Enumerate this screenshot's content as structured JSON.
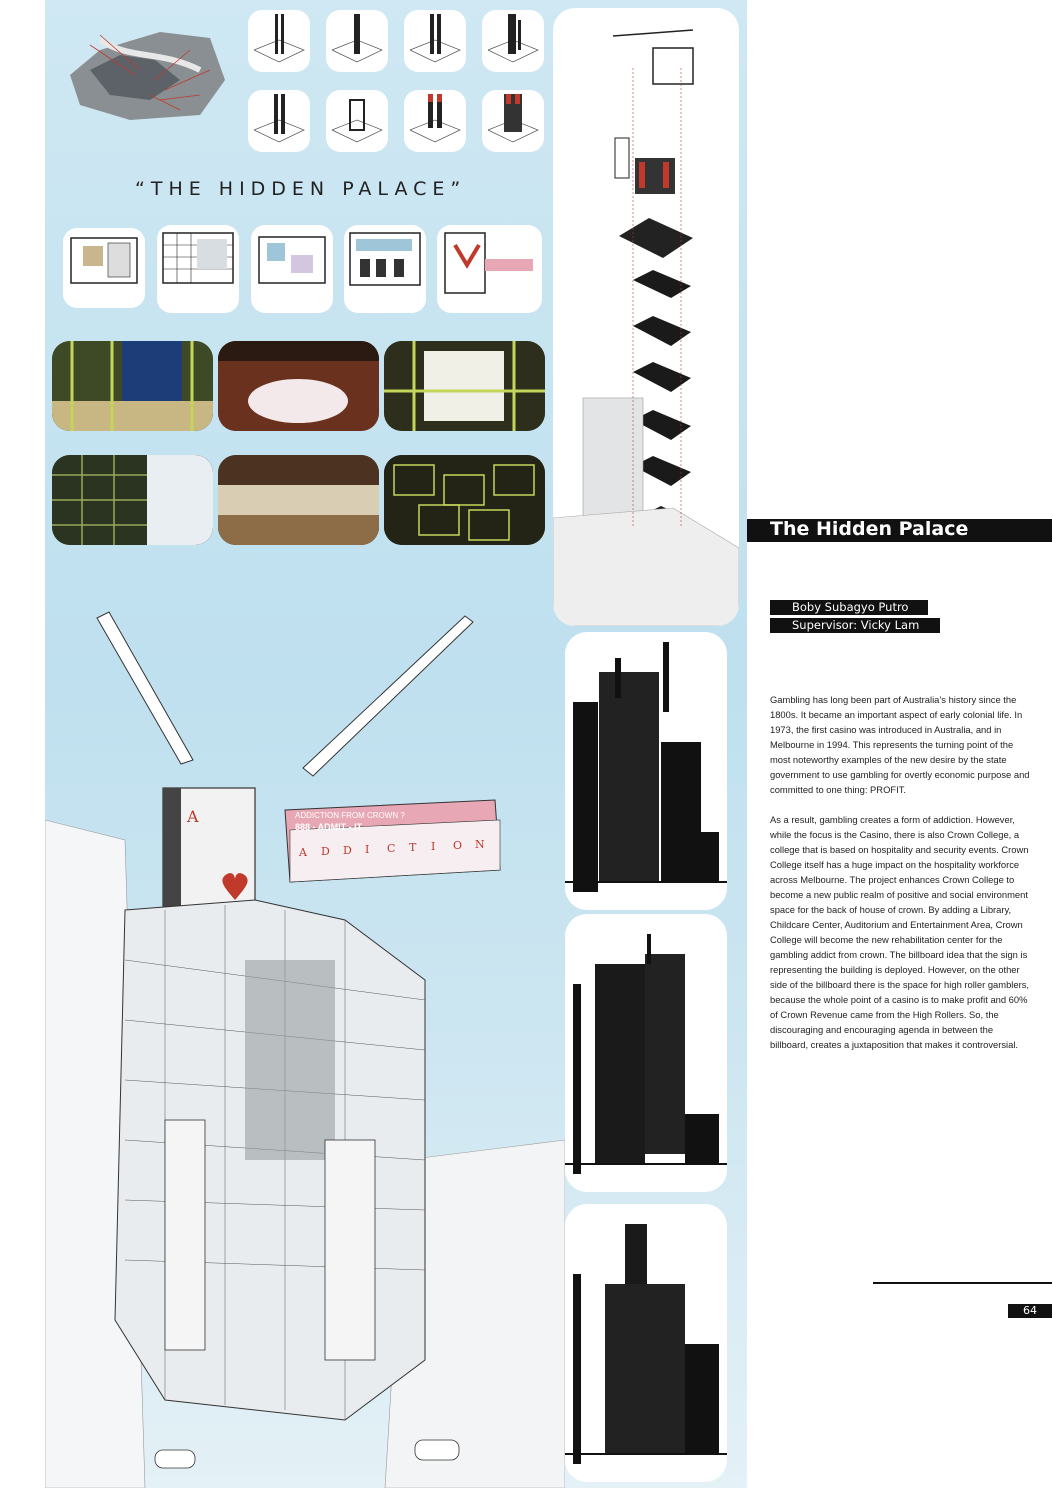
{
  "poster": {
    "title": "“THE HIDDEN PALACE”",
    "billboard_banner": "ADDICTION FROM CROWN ?",
    "billboard_phone": "888 - ADMIT - IT",
    "billboard_letters": [
      "A",
      "D",
      "D",
      "I",
      "C",
      "T",
      "I",
      "O",
      "N"
    ],
    "card_rank": "A",
    "accent_color": "#c0392b",
    "billboard_color": "#e8a7b4"
  },
  "right": {
    "project_title": "The Hidden Palace",
    "author": "Boby Subagyo Putro",
    "supervisor": "Supervisor: Vicky Lam",
    "paragraphs": [
      "Gambling has long been part of Australia’s history since the 1800s. It became an important aspect of early colonial life. In 1973, the first casino was introduced in Australia, and in Melbourne in 1994. This represents the turning point of the most noteworthy examples of the new desire by the state government to use gambling for overtly economic purpose and committed to one thing: PROFIT.",
      "As a result, gambling creates a form of addiction. However, while the focus is the Casino, there is also Crown College, a college that is based on hospitality and security events. Crown College itself has a huge impact on the hospitality workforce across Melbourne. The project enhances Crown College to become a new public realm of positive and social environment space for the back of house of crown. By adding a Library, Childcare Center, Auditorium and Entertainment Area, Crown College will become the new rehabilitation center for the gambling addict from crown. The billboard idea that the sign is representing the building is deployed. However, on the other side of the billboard there is the space for high roller gamblers, because the whole point of a casino is to make profit and 60% of Crown Revenue came from the High Rollers. So, the discouraging and encouraging agenda in between the billboard, creates a juxtaposition that makes it controversial."
    ],
    "page_number": "64"
  }
}
